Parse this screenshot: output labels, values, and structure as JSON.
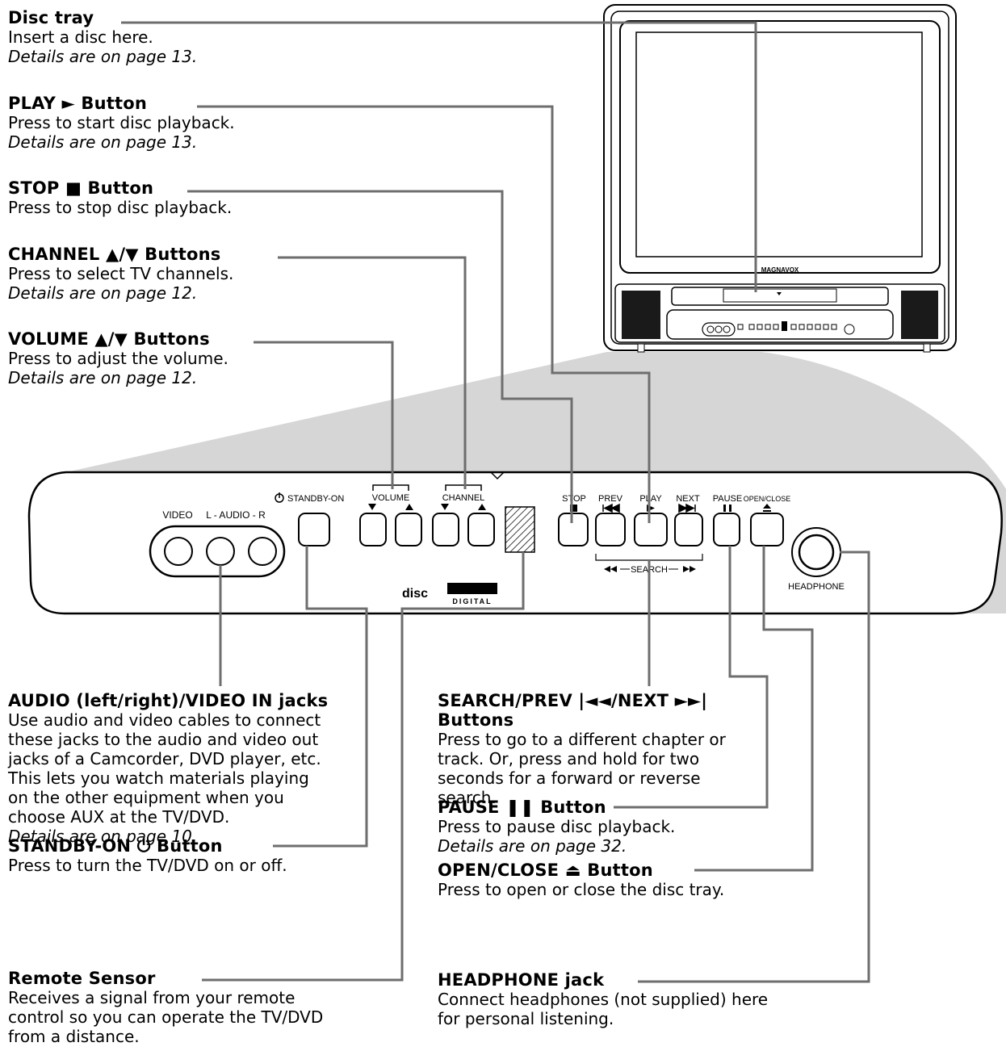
{
  "callouts": {
    "disc_tray": {
      "title": "Disc tray",
      "desc": "Insert a disc here.",
      "ref": "Details are on page 13."
    },
    "play": {
      "title": "PLAY ► Button",
      "desc": "Press to start disc playback.",
      "ref": "Details are on page 13."
    },
    "stop": {
      "title": "STOP ■ Button",
      "desc": "Press to stop disc playback."
    },
    "channel": {
      "title": "CHANNEL ▲/▼ Buttons",
      "desc": "Press to select TV channels.",
      "ref": "Details are on page 12."
    },
    "volume": {
      "title": "VOLUME ▲/▼ Buttons",
      "desc": "Press to adjust the volume.",
      "ref": "Details are on page 12."
    },
    "audio_video": {
      "title": "AUDIO (left/right)/VIDEO IN jacks",
      "desc": "Use audio and video cables to connect these jacks to the audio and video out jacks of a Camcorder, DVD player, etc. This lets you watch materials playing on the other equipment when you choose AUX at the TV/DVD.",
      "ref": "Details are on page 10."
    },
    "standby": {
      "title": "STANDBY-ON ⏻ Button",
      "desc": "Press to turn the TV/DVD on or off."
    },
    "remote_sensor": {
      "title": "Remote Sensor",
      "desc": "Receives a signal from your remote control so you can operate the TV/DVD from a distance."
    },
    "search": {
      "title": "SEARCH/PREV |◄◄/NEXT ►►| Buttons",
      "desc": "Press to go to a different chapter or track. Or, press and hold for two seconds for a forward or reverse search."
    },
    "pause": {
      "title": "PAUSE ❚❚ Button",
      "desc": "Press to pause disc playback.",
      "ref": "Details are on page 32."
    },
    "open_close": {
      "title": "OPEN/CLOSE ⏏ Button",
      "desc": "Press to open or close the disc tray."
    },
    "headphone": {
      "title": "HEADPHONE jack",
      "desc": "Connect headphones (not supplied) here for personal listening."
    }
  },
  "panel": {
    "video": "VIDEO",
    "audio": "L - AUDIO - R",
    "standby": "STANDBY-ON",
    "volume": "VOLUME",
    "channel": "CHANNEL",
    "stop": "STOP",
    "prev": "PREV",
    "play": "PLAY",
    "next": "NEXT",
    "pause": "PAUSE",
    "open_close": "OPEN/CLOSE",
    "search": "SEARCH",
    "headphone": "HEADPHONE",
    "brand": "MAGNAVOX",
    "logo_disc": "disc",
    "logo_digital": "DIGITAL"
  }
}
